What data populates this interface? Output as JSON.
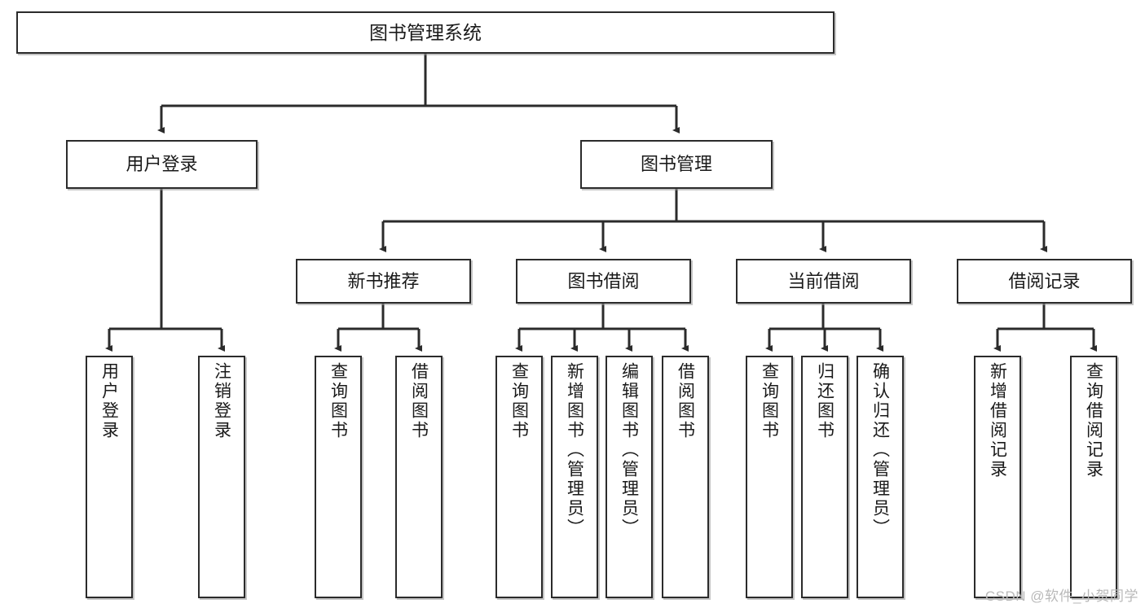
{
  "diagram": {
    "type": "tree-hierarchy-chart",
    "title": "图书管理系统",
    "watermark": "CSDN @软件_小贺同学",
    "colors": {
      "box_border": "#2b2b2b",
      "box_fill": "#ffffff",
      "connector": "#2b2b2b",
      "text": "#1a1a1a",
      "watermark": "#b9b9b9"
    },
    "levels": [
      {
        "level": 1,
        "nodes": [
          {
            "id": "root",
            "label": "图书管理系统",
            "orientation": "horizontal"
          }
        ]
      },
      {
        "level": 2,
        "nodes": [
          {
            "id": "user-login",
            "label": "用户登录",
            "orientation": "horizontal",
            "parent": "root"
          },
          {
            "id": "book-manage",
            "label": "图书管理",
            "orientation": "horizontal",
            "parent": "root"
          }
        ]
      },
      {
        "level": 3,
        "nodes": [
          {
            "id": "new-book-recommend",
            "label": "新书推荐",
            "orientation": "horizontal",
            "parent": "book-manage"
          },
          {
            "id": "book-borrow",
            "label": "图书借阅",
            "orientation": "horizontal",
            "parent": "book-manage"
          },
          {
            "id": "current-borrow",
            "label": "当前借阅",
            "orientation": "horizontal",
            "parent": "book-manage"
          },
          {
            "id": "borrow-record",
            "label": "借阅记录",
            "orientation": "horizontal",
            "parent": "book-manage"
          }
        ]
      },
      {
        "level": 4,
        "nodes": [
          {
            "id": "leaf-user-login",
            "label": "用户登录",
            "orientation": "vertical",
            "parent": "user-login"
          },
          {
            "id": "leaf-logout",
            "label": "注销登录",
            "orientation": "vertical",
            "parent": "user-login"
          },
          {
            "id": "leaf-query-book-1",
            "label": "查询图书",
            "orientation": "vertical",
            "parent": "new-book-recommend"
          },
          {
            "id": "leaf-borrow-book-1",
            "label": "借阅图书",
            "orientation": "vertical",
            "parent": "new-book-recommend"
          },
          {
            "id": "leaf-query-book-2",
            "label": "查询图书",
            "orientation": "vertical",
            "parent": "book-borrow"
          },
          {
            "id": "leaf-add-book",
            "label": "新增图书（管理员）",
            "orientation": "vertical",
            "parent": "book-borrow"
          },
          {
            "id": "leaf-edit-book",
            "label": "编辑图书（管理员）",
            "orientation": "vertical",
            "parent": "book-borrow"
          },
          {
            "id": "leaf-borrow-book-2",
            "label": "借阅图书",
            "orientation": "vertical",
            "parent": "book-borrow"
          },
          {
            "id": "leaf-query-book-3",
            "label": "查询图书",
            "orientation": "vertical",
            "parent": "current-borrow"
          },
          {
            "id": "leaf-return-book",
            "label": "归还图书",
            "orientation": "vertical",
            "parent": "current-borrow"
          },
          {
            "id": "leaf-confirm-return",
            "label": "确认归还（管理员）",
            "orientation": "vertical",
            "parent": "current-borrow"
          },
          {
            "id": "leaf-add-record",
            "label": "新增借阅记录",
            "orientation": "vertical",
            "parent": "borrow-record"
          },
          {
            "id": "leaf-query-record",
            "label": "查询借阅记录",
            "orientation": "vertical",
            "parent": "borrow-record"
          }
        ]
      }
    ]
  }
}
